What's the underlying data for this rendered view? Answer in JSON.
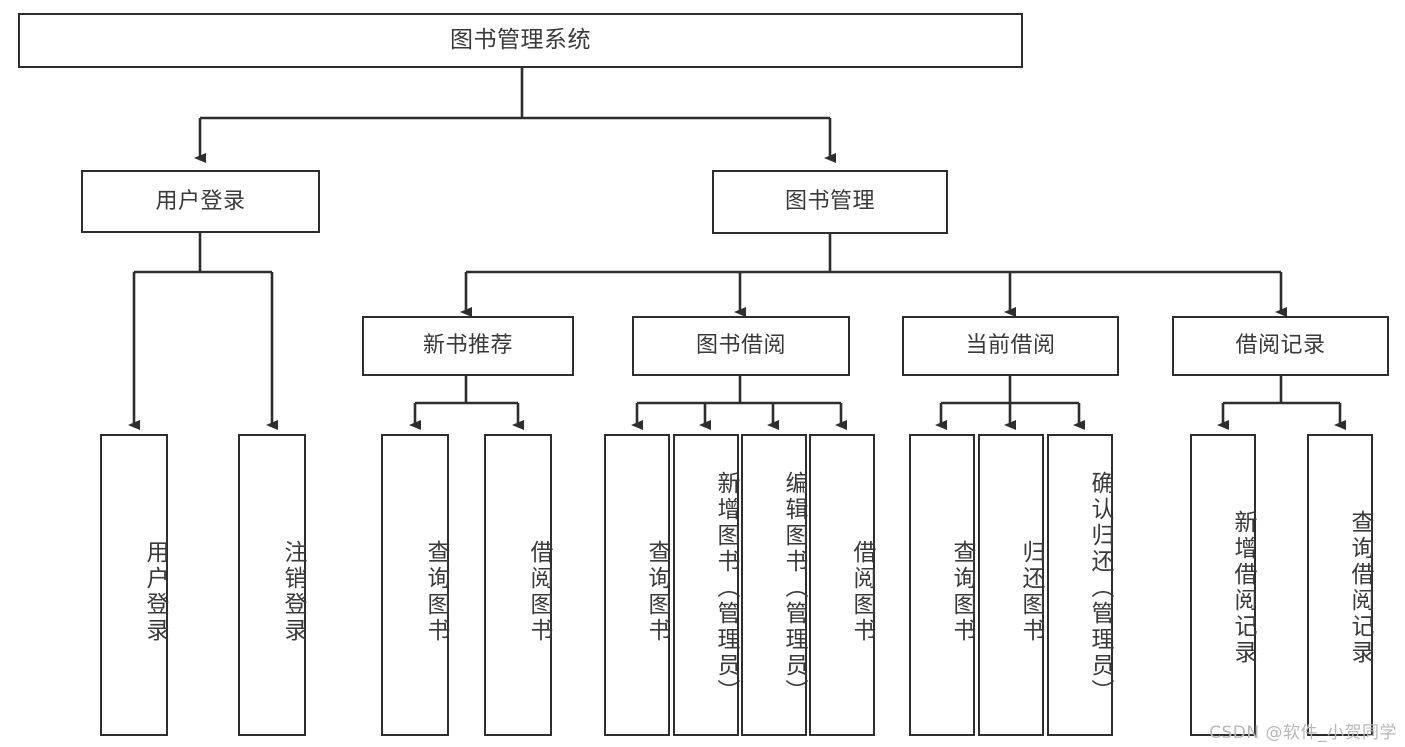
{
  "diagram": {
    "type": "tree-hierarchy-flowchart",
    "title": "图书管理系统",
    "background_color": "#ffffff",
    "stroke_color": "#2e2e2e",
    "text_color": "#3a3a3a",
    "levels": {
      "root": {
        "label": "图书管理系统"
      },
      "level1": [
        {
          "id": "user-login",
          "label": "用户登录"
        },
        {
          "id": "book-management",
          "label": "图书管理"
        }
      ],
      "level2": [
        {
          "id": "new-book-recommend",
          "label": "新书推荐",
          "parent": "book-management"
        },
        {
          "id": "book-borrow",
          "label": "图书借阅",
          "parent": "book-management"
        },
        {
          "id": "current-borrow",
          "label": "当前借阅",
          "parent": "book-management"
        },
        {
          "id": "borrow-record",
          "label": "借阅记录",
          "parent": "book-management"
        }
      ],
      "level3": [
        {
          "id": "leaf-user-login",
          "label": "用户登录",
          "parent": "user-login"
        },
        {
          "id": "leaf-logout-login",
          "label": "注销登录",
          "parent": "user-login"
        },
        {
          "id": "leaf-query-book-1",
          "label": "查询图书",
          "parent": "new-book-recommend"
        },
        {
          "id": "leaf-borrow-book-1",
          "label": "借阅图书",
          "parent": "new-book-recommend"
        },
        {
          "id": "leaf-query-book-2",
          "label": "查询图书",
          "parent": "book-borrow"
        },
        {
          "id": "leaf-add-book",
          "label": "新增图书（管理员）",
          "parent": "book-borrow"
        },
        {
          "id": "leaf-edit-book",
          "label": "编辑图书（管理员）",
          "parent": "book-borrow"
        },
        {
          "id": "leaf-borrow-book-2",
          "label": "借阅图书",
          "parent": "book-borrow"
        },
        {
          "id": "leaf-query-book-3",
          "label": "查询图书",
          "parent": "current-borrow"
        },
        {
          "id": "leaf-return-book",
          "label": "归还图书",
          "parent": "current-borrow"
        },
        {
          "id": "leaf-confirm-return",
          "label": "确认归还（管理员）",
          "parent": "current-borrow"
        },
        {
          "id": "leaf-add-record",
          "label": "新增借阅记录",
          "parent": "borrow-record"
        },
        {
          "id": "leaf-query-record",
          "label": "查询借阅记录",
          "parent": "borrow-record"
        }
      ]
    }
  },
  "watermark": {
    "text": "CSDN @软件_小贺同学"
  }
}
